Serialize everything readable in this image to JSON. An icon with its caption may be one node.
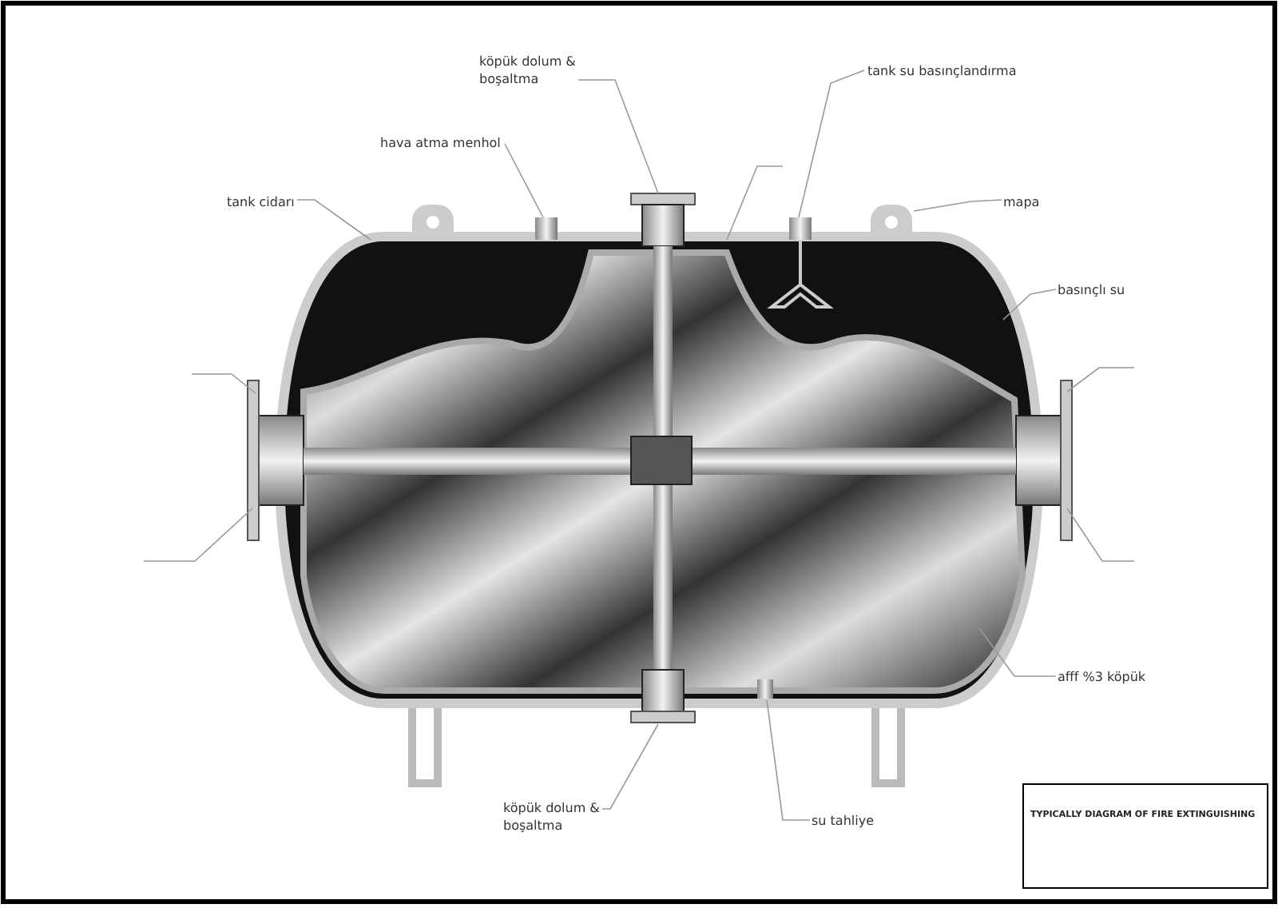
{
  "diagram": {
    "nodes": [
      {
        "text": [
          "köpük dolum & boşaltma"
        ]
      },
      {
        "text": [
          "tank su basınçlandırma"
        ]
      },
      {
        "text": [
          "hava atma menhol"
        ]
      },
      {
        "text": [
          "tank cidarı"
        ]
      },
      {
        "text": [
          "mapa"
        ]
      },
      {
        "text": [
          "basınçlı su"
        ]
      },
      {
        "text": [
          "afff %3 köpük"
        ]
      },
      {
        "text": [
          "köpük dolum & boşaltma"
        ]
      },
      {
        "text": [
          "su tahliye"
        ]
      }
    ],
    "edges": [
      {
        "from": 0,
        "to": null,
        "arrow": "none"
      },
      {
        "from": 1,
        "to": null,
        "arrow": "none"
      },
      {
        "from": 2,
        "to": null,
        "arrow": "none"
      },
      {
        "from": 3,
        "to": null,
        "arrow": "none"
      },
      {
        "from": 4,
        "to": null,
        "arrow": "none"
      },
      {
        "from": 5,
        "to": null,
        "arrow": "none"
      },
      {
        "from": 6,
        "to": null,
        "arrow": "none"
      },
      {
        "from": 7,
        "to": null,
        "arrow": "none"
      },
      {
        "from": 8,
        "to": null,
        "arrow": "none"
      }
    ],
    "labels": [
      "TYPICALLY DIAGRAM OF FIRE EXTINGUISHING"
    ]
  }
}
